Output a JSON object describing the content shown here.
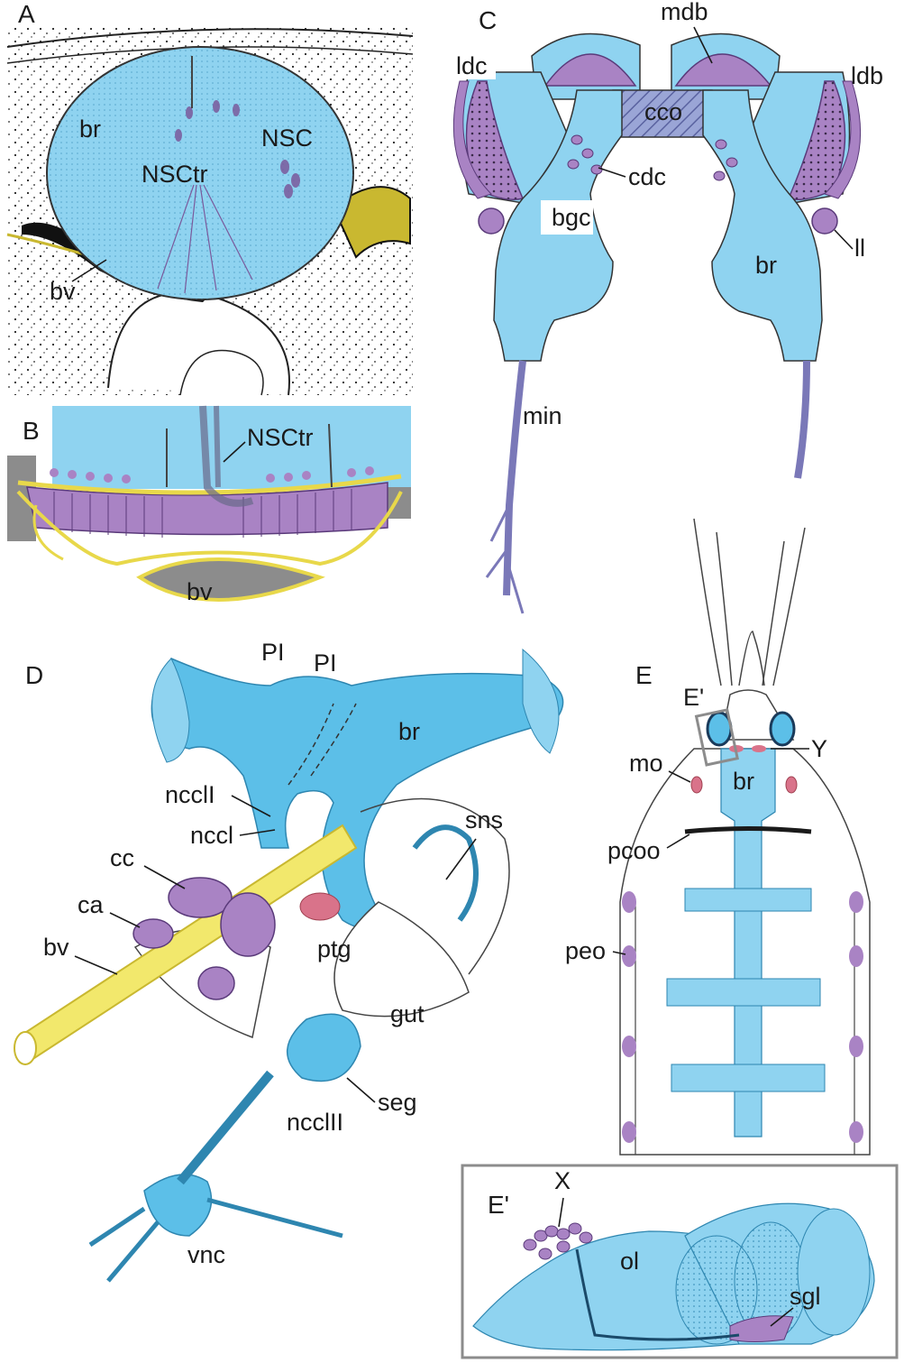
{
  "panels": {
    "A": {
      "letter": "A",
      "labels": {
        "br": "br",
        "nsc": "NSC",
        "nsctr": "NSCtr",
        "bv": "bv"
      }
    },
    "B": {
      "letter": "B",
      "labels": {
        "nsctr": "NSCtr",
        "bv": "bv"
      }
    },
    "C": {
      "letter": "C",
      "labels": {
        "mdb": "mdb",
        "ldc": "ldc",
        "ldb": "ldb",
        "cco": "cco",
        "cdc": "cdc",
        "bgc": "bgc",
        "ll": "ll",
        "br": "br",
        "min": "min"
      }
    },
    "D": {
      "letter": "D",
      "labels": {
        "pl1": "PI",
        "pl2": "PI",
        "br": "br",
        "ncclI": "ncclI",
        "nccl": "nccl",
        "sns": "sns",
        "cc": "cc",
        "ca": "ca",
        "bv": "bv",
        "ptg": "ptg",
        "gut": "gut",
        "seg": "seg",
        "nccIII": "ncclII",
        "vnc": "vnc"
      }
    },
    "E": {
      "letter": "E",
      "labels": {
        "eprime": "E'",
        "y": "Y",
        "mo": "mo",
        "br": "br",
        "pcoo": "pcoo",
        "peo": "peo"
      }
    },
    "Eprime": {
      "letter": "E'",
      "labels": {
        "x": "X",
        "ol": "ol",
        "sgl": "sgl"
      }
    }
  },
  "colors": {
    "neural_blue": "#8fd3f0",
    "bright_blue": "#5cbfe8",
    "dark_blue": "#2e86b0",
    "purple": "#a983c4",
    "dark_purple": "#7a5a9c",
    "yellow": "#f2e86c",
    "dark_yellow": "#c9b830",
    "gray": "#8c8c8c",
    "pink": "#d9738a"
  }
}
